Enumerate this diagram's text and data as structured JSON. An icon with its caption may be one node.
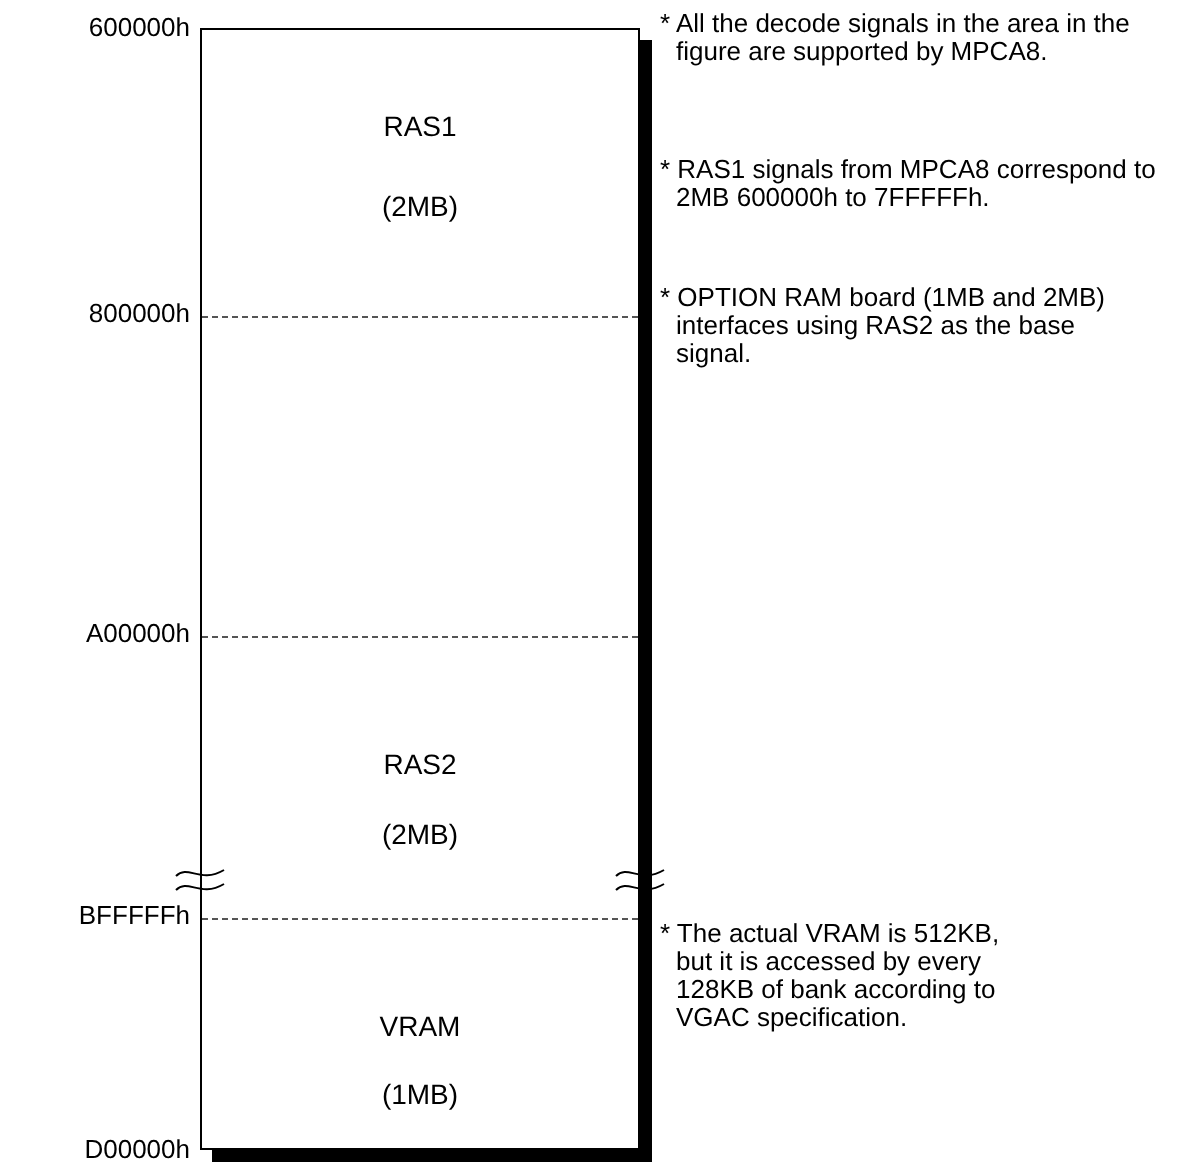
{
  "diagram": {
    "nodes": [
      {
        "text": [],
        "shape": "box"
      },
      {
        "text": [
          "RAS1",
          "(2MB)"
        ],
        "in": 0
      },
      {
        "text": [],
        "shape": "box",
        "in": 0
      },
      {
        "text": [
          "RAS2",
          "(2MB)"
        ],
        "in": 0
      },
      {
        "text": [
          "VRAM",
          "(1MB)"
        ],
        "in": 0
      }
    ],
    "edges": [],
    "labels": [
      "600000h",
      "* All the decode signals in the area in the figure are supported by MPCA8.",
      "* RAS1 signals from MPCA8 correspond to 2MB 600000h to 7FFFFFh.",
      "800000h",
      "* OPTION RAM board (1MB and 2MB) interfaces using RAS2 as the base signal.",
      "A00000h",
      "BFFFFFh",
      "* The actual VRAM is 512KB, but it is accessed by every 128KB of bank according to VGAC specification.",
      "D00000h"
    ]
  }
}
